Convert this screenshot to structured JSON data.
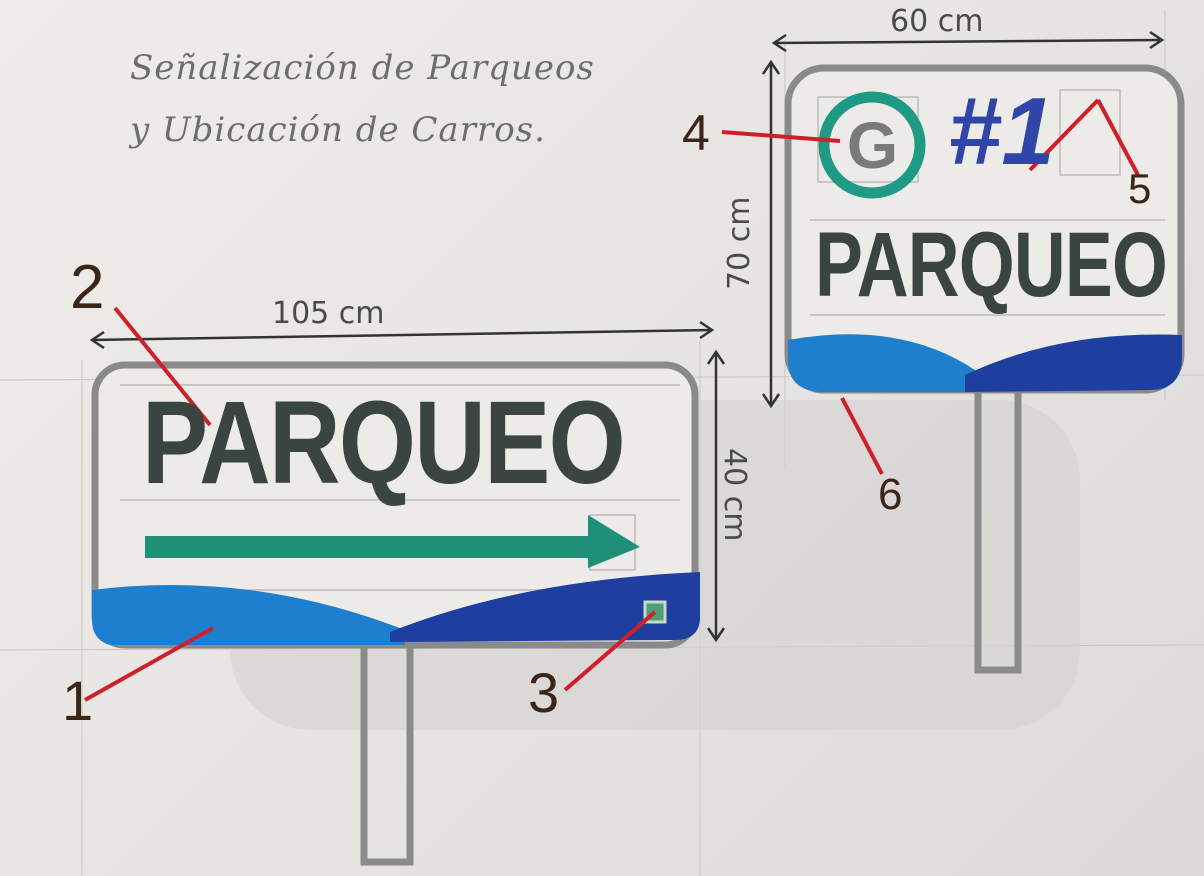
{
  "title": {
    "line1": "Señalización de Parqueos",
    "line2": "y Ubicación de Carros."
  },
  "dimensions": {
    "big_width": "105 cm",
    "big_height": "40 cm",
    "small_width": "60 cm",
    "small_height": "70 cm"
  },
  "sign_large": {
    "text": "PARQUEO"
  },
  "sign_small": {
    "text": "PARQUEO",
    "level_letter": "G",
    "number": "#1"
  },
  "callouts": [
    "1",
    "2",
    "3",
    "4",
    "5",
    "6"
  ],
  "colors": {
    "ink_dark": "#3a4441",
    "teal": "#1f8f78",
    "light_blue": "#1f7fcf",
    "dark_blue": "#1f3fa0",
    "red_line": "#cf1f2a",
    "grey_outline": "#8a8a8a"
  }
}
